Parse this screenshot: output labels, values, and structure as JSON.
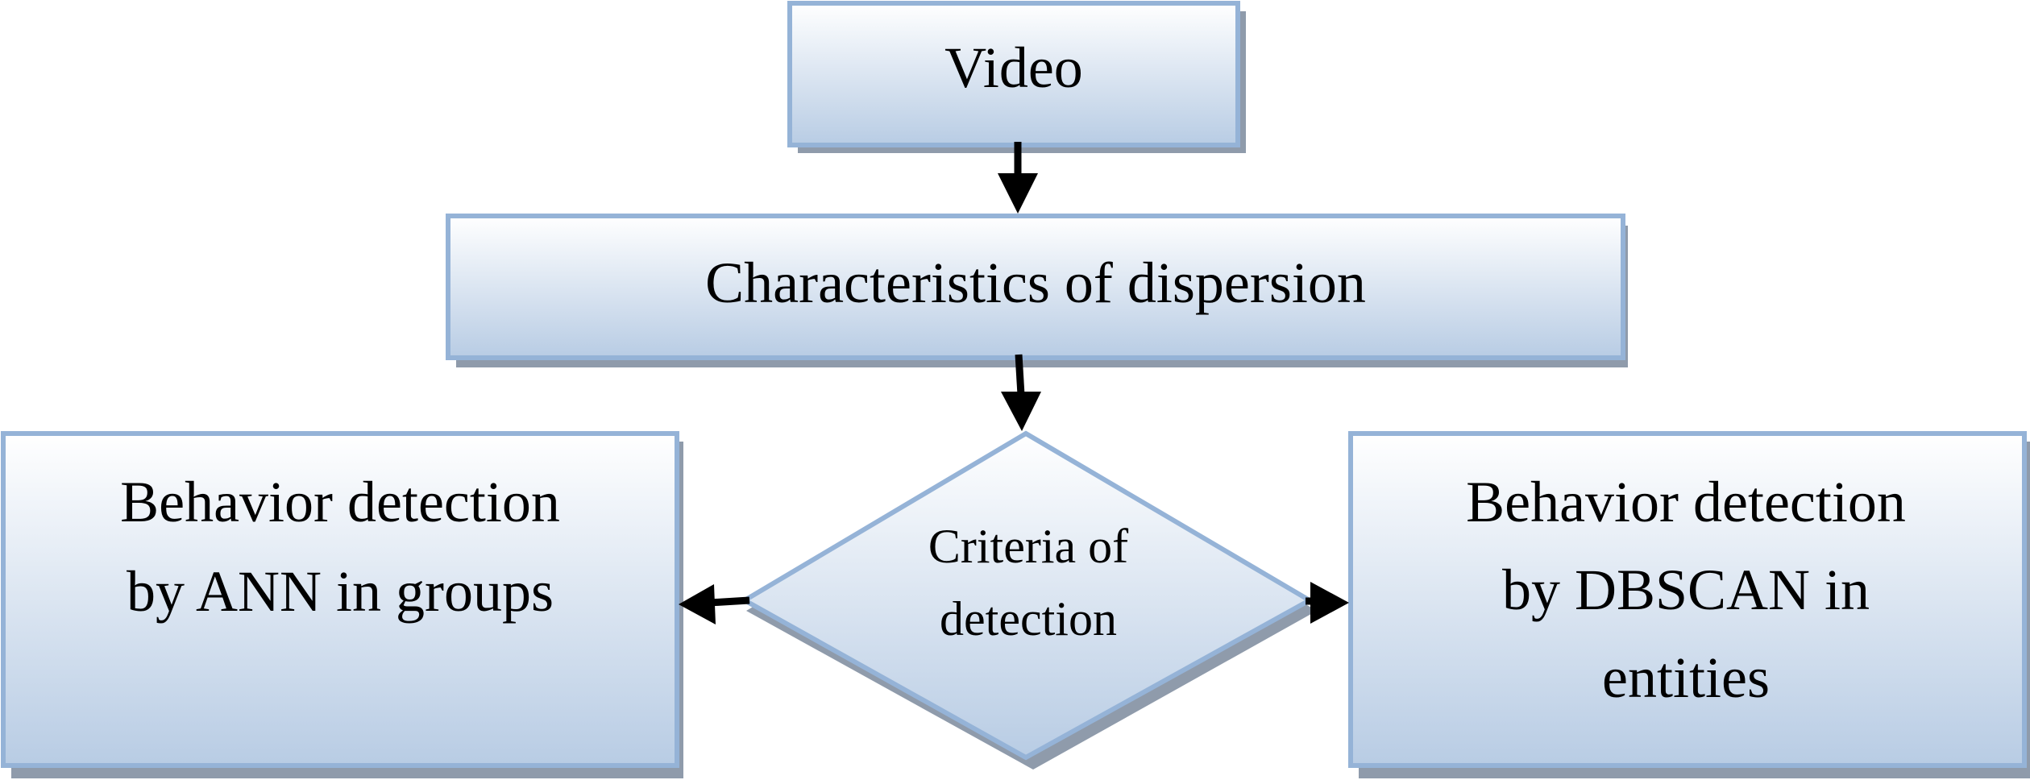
{
  "diagram": {
    "nodes": {
      "video": "Video",
      "dispersion": "Characteristics of dispersion",
      "criteria_line1": "Criteria of",
      "criteria_line2": "detection",
      "ann_line1": "Behavior detection",
      "ann_line2": "by ANN in groups",
      "dbscan_line1": "Behavior detection",
      "dbscan_line2": "by DBSCAN in",
      "dbscan_line3": "entities"
    },
    "colors": {
      "box_fill_top": "#ffffff",
      "box_fill_bottom": "#b8cce4",
      "box_border": "#95b3d7",
      "shadow": "#8f9bab",
      "arrow": "#000000",
      "text": "#000000"
    }
  }
}
